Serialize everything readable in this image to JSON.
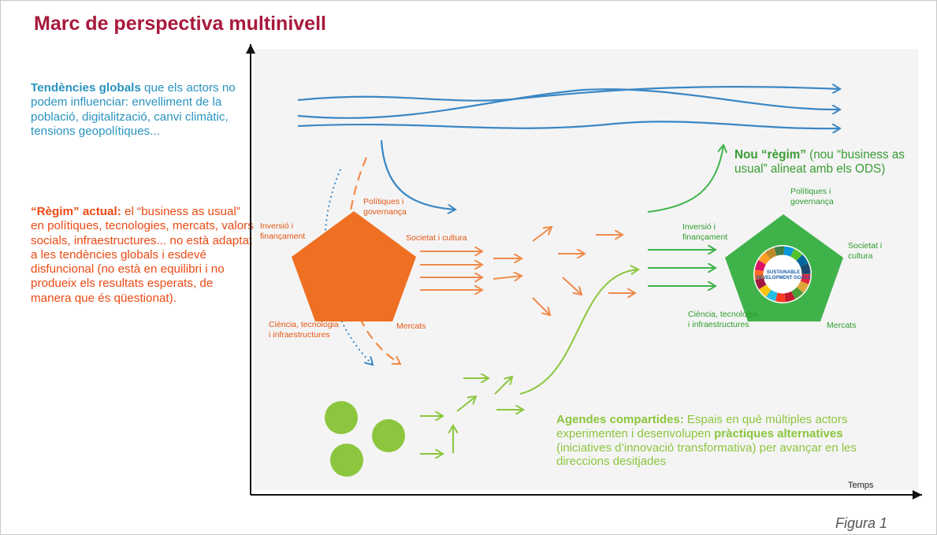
{
  "title": "Marc de perspectiva multinivell",
  "left_panel": {
    "global_trends": {
      "bold": "Tendències globals",
      "rest": " que els actors no podem influenciar: envelliment de la població, digitalització, canvi climàtic, tensions geopolítiques..."
    },
    "current_regime": {
      "bold": "“Règim” actual:",
      "rest": " el “business as usual” en polítiques, tecnologies, mercats, valors socials, infraestructures... no està adaptat a les tendències globals i esdevé disfuncional (no està en equilibri i no produeix els resultats esperats, de manera que és qüestionat)."
    }
  },
  "current_pentagon": {
    "politiques": "Polítiques i governança",
    "inversio": "Inversió i finançament",
    "societat": "Societat i cultura",
    "ciencia": "Ciència, tecnologia i infraestructures",
    "mercats": "Mercats"
  },
  "new_pentagon": {
    "politiques": "Polítiques i governança",
    "inversio": "Inversió i finançament",
    "societat": "Societat i cultura",
    "ciencia": "Ciència, tecnologia i infraestructures",
    "mercats": "Mercats",
    "sdg_logo_text": "SUSTAINABLE DEVELOPMENT GOALS"
  },
  "new_regime": {
    "bold": "Nou “règim”",
    "rest": " (nou “business as usual” alineat amb els ODS)"
  },
  "agendas": {
    "bold1": "Agendes compartides:",
    "text1": " Espais en què múltiples actors experimenten i desenvolupen ",
    "bold2": "pràctiques alternatives",
    "text2": " (iniciatives d’innovació transformativa) per avançar en les direccions desitjades"
  },
  "axis": {
    "x_label": "Temps"
  },
  "caption": "Figura 1",
  "colors": {
    "title": "#a8193c",
    "blue": "#2a93c0",
    "orange": "#ef7022",
    "green_dark": "#3fb34a",
    "green_light": "#8cc63e"
  }
}
